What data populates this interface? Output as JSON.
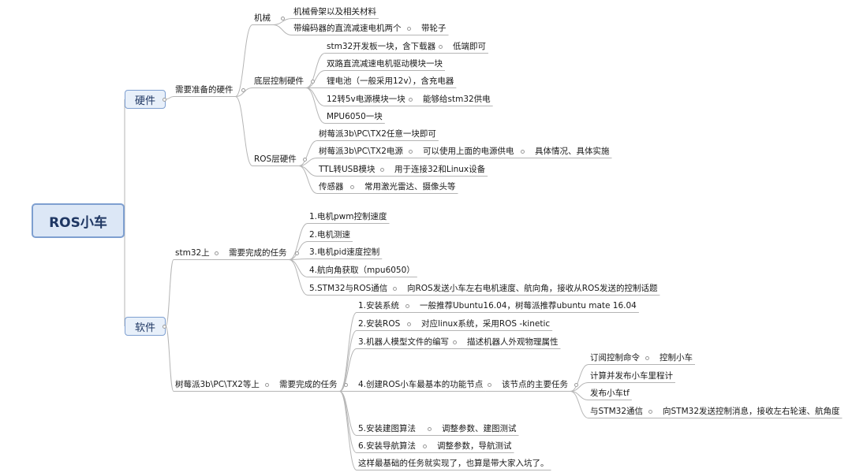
{
  "root": "ROS小车",
  "branches": {
    "hardware": {
      "label": "硬件",
      "sub": "需要准备的硬件",
      "mechanical": {
        "label": "机械",
        "item1": "机械骨架以及相关材料",
        "item2": "带编码器的直流减速电机两个",
        "item2_note": "带轮子"
      },
      "lower": {
        "label": "底层控制硬件",
        "item1": "stm32开发板一块，含下载器",
        "item1_note": "低端即可",
        "item2": "双路直流减速电机驱动模块一块",
        "item3": "锂电池（一般采用12v），含充电器",
        "item4": "12转5v电源模块一块",
        "item4_note": "能够给stm32供电",
        "item5": "MPU6050一块"
      },
      "ros": {
        "label": "ROS层硬件",
        "item1": "树莓派3b\\PC\\TX2任意一块即可",
        "item2": "树莓派3b\\PC\\TX2电源",
        "item2_note": "可以使用上面的电源供电",
        "item2_note2": "具体情况、具体实施",
        "item3": "TTL转USB模块",
        "item3_note": "用于连接32和Linux设备",
        "item4": "传感器",
        "item4_note": "常用激光雷达、摄像头等"
      }
    },
    "software": {
      "label": "软件",
      "stm32": {
        "label": "stm32上",
        "sub": "需要完成的任务",
        "task1": "1.电机pwm控制速度",
        "task2": "2.电机测速",
        "task3": "3.电机pid速度控制",
        "task4": "4.航向角获取（mpu6050）",
        "task5": "5.STM32与ROS通信",
        "task5_note": "向ROS发送小车左右电机速度、航向角，接收从ROS发送的控制话题"
      },
      "pi": {
        "label": "树莓派3b\\PC\\TX2等上",
        "sub": "需要完成的任务",
        "task1": "1.安装系统",
        "task1_note": "一般推荐Ubuntu16.04，树莓派推荐ubuntu mate 16.04",
        "task2": "2.安装ROS",
        "task2_note": "对应linux系统，采用ROS -kinetic",
        "task3": "3.机器人模型文件的编写",
        "task3_note": "描述机器人外观物理属性",
        "task4": "4.创建ROS小车最基本的功能节点",
        "task4_note": "该节点的主要任务",
        "task4_sub1": "订阅控制命令",
        "task4_sub1_note": "控制小车",
        "task4_sub2": "计算并发布小车里程计",
        "task4_sub3": "发布小车tf",
        "task4_sub4": "与STM32通信",
        "task4_sub4_note": "向STM32发送控制消息，接收左右轮速、航角度",
        "task5": "5.安装建图算法",
        "task5_note": "调整参数、建图测试",
        "task6": "6.安装导航算法",
        "task6_note": "调整参数，导航测试",
        "summary": "这样最基础的任务就实现了，也算是带大家入坑了。"
      }
    }
  },
  "colors": {
    "line": "#b5b5b5",
    "box_border": "#7e9fd0",
    "box_fill": "#dce7f6",
    "box_text": "#1f3763"
  }
}
